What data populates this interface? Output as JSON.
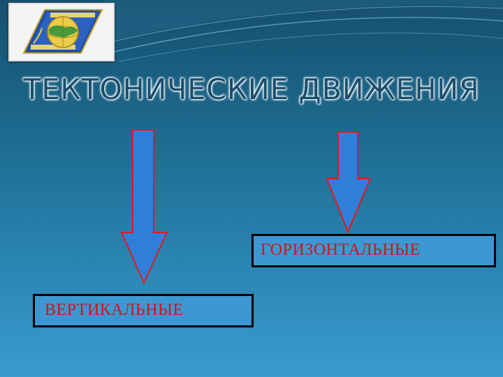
{
  "slide": {
    "title": "ТЕКТОНИЧЕСКИЕ  ДВИЖЕНИЯ"
  },
  "logo": {
    "icon": "geology-emblem-icon",
    "description_visible": "emblem with globe and map"
  },
  "arrows": [
    {
      "name": "arrow-vertical",
      "direction": "down",
      "fill": "#2f7fd9",
      "stroke": "#e01b1b"
    },
    {
      "name": "arrow-horizontal",
      "direction": "down",
      "fill": "#2f7fd9",
      "stroke": "#e01b1b"
    }
  ],
  "boxes": {
    "vertical_label": "ВЕРТИКАЛЬНЫЕ",
    "horizontal_label": "ГОРИЗОНТАЛЬНЫЕ"
  },
  "colors": {
    "background_top": "#16506f",
    "background_bottom": "#3a9bd0",
    "box_fill": "#3c98d2",
    "label_text": "#d0141a"
  }
}
